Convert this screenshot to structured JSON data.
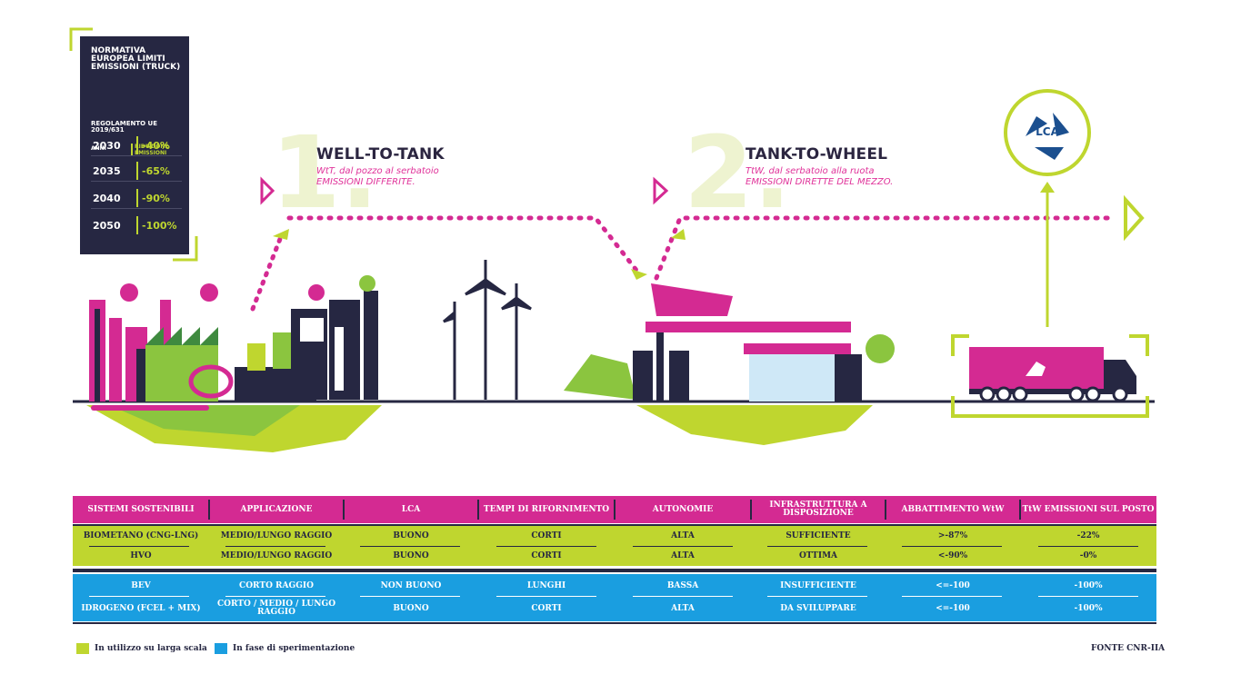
{
  "regulation": {
    "title": "NORMATIVA EUROPEA LIMITI EMISSIONI (TRUCK)",
    "subtitle": "REGOLAMENTO UE 2019/631",
    "head_years": "ANNI",
    "head_reduction": "RIDUZIONE EMISSIONI",
    "rows": [
      {
        "year": "2030",
        "value": "-40%"
      },
      {
        "year": "2035",
        "value": "-65%"
      },
      {
        "year": "2040",
        "value": "-90%"
      },
      {
        "year": "2050",
        "value": "-100%"
      }
    ]
  },
  "step1": {
    "number": "1.",
    "title": "WELL-TO-TANK",
    "line1": "WtT, dal pozzo al serbatoio",
    "line2": "EMISSIONI DIFFERITE."
  },
  "step2": {
    "number": "2.",
    "title": "TANK-TO-WHEEL",
    "line1": "TtW, dal serbatoio alla ruota",
    "line2": "EMISSIONI DIRETTE DEL MEZZO."
  },
  "lca_badge": "LCA",
  "table": {
    "headers": [
      "SISTEMI SOSTENIBILI",
      "APPLICAZIONE",
      "LCA",
      "TEMPI DI RIFORNIMENTO",
      "AUTONOMIE",
      "INFRASTRUTTURA A DISPOSIZIONE",
      "ABBATTIMENTO WtW",
      "TtW EMISSIONI SUL POSTO"
    ],
    "green_rows": [
      [
        "BIOMETANO (CNG-LNG)",
        "MEDIO/LUNGO RAGGIO",
        "BUONO",
        "CORTI",
        "ALTA",
        "SUFFICIENTE",
        ">-87%",
        "-22%"
      ],
      [
        "HVO",
        "MEDIO/LUNGO RAGGIO",
        "BUONO",
        "CORTI",
        "ALTA",
        "OTTIMA",
        "<-90%",
        "-0%"
      ]
    ],
    "blue_rows": [
      [
        "BEV",
        "CORTO RAGGIO",
        "NON BUONO",
        "LUNGHI",
        "BASSA",
        "INSUFFICIENTE",
        "<=-100",
        "-100%"
      ],
      [
        "IDROGENO (FCEL + MIX)",
        "CORTO / MEDIO / LUNGO RAGGIO",
        "BUONO",
        "CORTI",
        "ALTA",
        "DA SVILUPPARE",
        "<=-100",
        "-100%"
      ]
    ]
  },
  "legend": {
    "green": "In utilizzo su larga scala",
    "blue": "In fase di sperimentazione"
  },
  "source": "FONTE CNR-IIA",
  "colors": {
    "navy": "#262742",
    "magenta": "#d42a92",
    "lime": "#bfd62f",
    "blue": "#1a9ee0"
  }
}
